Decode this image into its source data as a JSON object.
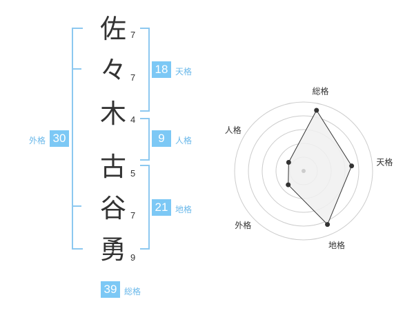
{
  "name": {
    "characters": [
      {
        "char": "佐",
        "strokes": "7"
      },
      {
        "char": "々",
        "strokes": "7"
      },
      {
        "char": "木",
        "strokes": "4"
      },
      {
        "char": "古",
        "strokes": "5"
      },
      {
        "char": "谷",
        "strokes": "7"
      },
      {
        "char": "勇",
        "strokes": "9"
      }
    ]
  },
  "fortunes": {
    "tenkaku": {
      "value": "18",
      "label": "天格"
    },
    "jinkaku": {
      "value": "9",
      "label": "人格"
    },
    "chikaku": {
      "value": "21",
      "label": "地格"
    },
    "gaikaku": {
      "value": "30",
      "label": "外格"
    },
    "soukaku": {
      "value": "39",
      "label": "総格"
    }
  },
  "colors": {
    "accent": "#7cc8f5",
    "bracket": "#8cc8f0",
    "label": "#6ab8ea",
    "text": "#333333",
    "radar_fill": "#f0f0f0",
    "radar_grid": "#cccccc",
    "radar_line": "#333333"
  },
  "chart_data": {
    "type": "radar",
    "axes": [
      "総格",
      "天格",
      "地格",
      "外格",
      "人格"
    ],
    "values": [
      0.9,
      0.7,
      0.85,
      0.3,
      0.25
    ],
    "rings": 5
  }
}
